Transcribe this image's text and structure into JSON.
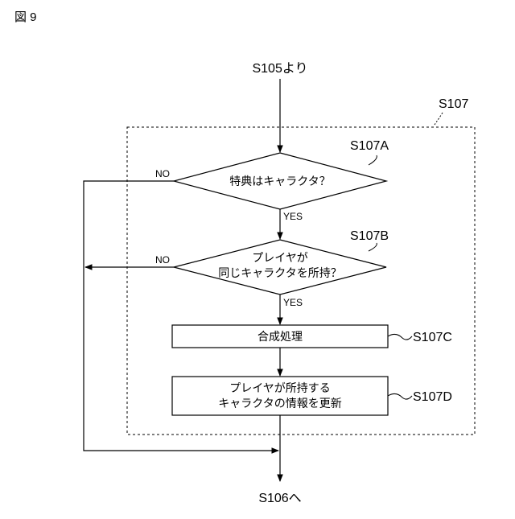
{
  "figure_label": "図 9",
  "entry_label": "S105より",
  "exit_label": "S106へ",
  "group_label": "S107",
  "decision_a": {
    "step": "S107A",
    "text": "特典はキャラクタ？",
    "yes_label": "YES",
    "no_label": "NO"
  },
  "decision_b": {
    "step": "S107B",
    "line1": "プレイヤが",
    "line2": "同じキャラクタを所持？",
    "yes_label": "YES",
    "no_label": "NO"
  },
  "process_c": {
    "step": "S107C",
    "text": "合成処理"
  },
  "process_d": {
    "step": "S107D",
    "line1": "プレイヤが所持する",
    "line2": "キャラクタの情報を更新"
  }
}
